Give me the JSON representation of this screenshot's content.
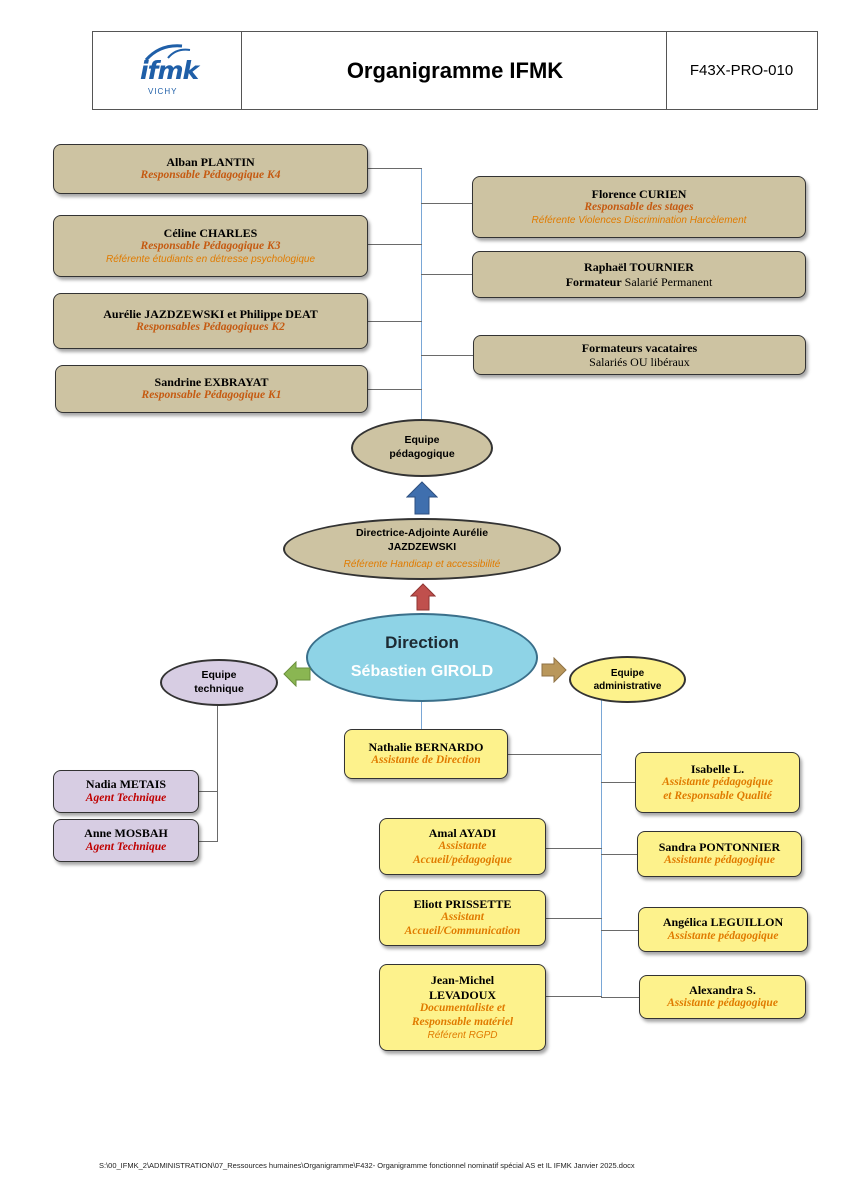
{
  "header": {
    "logo_text": "ifmk",
    "logo_sub": "VICHY",
    "title": "Organigramme IFMK",
    "code": "F43X-PRO-010"
  },
  "left_boxes": [
    {
      "name": "Alban PLANTIN",
      "role": "Responsable Pédagogique K4",
      "extra": ""
    },
    {
      "name": "Céline CHARLES",
      "role": "Responsable Pédagogique K3",
      "extra": "Référente étudiants en détresse psychologique"
    },
    {
      "name": "Aurélie JAZDZEWSKI et Philippe DEAT",
      "role": "Responsables Pédagogiques K2",
      "extra": ""
    },
    {
      "name": "Sandrine EXBRAYAT",
      "role": "Responsable Pédagogique K1",
      "extra": ""
    }
  ],
  "right_boxes": [
    {
      "name": "Florence CURIEN",
      "role": "Responsable des stages",
      "extra": "Référente Violences Discrimination Harcèlement"
    },
    {
      "name": "Raphaël TOURNIER",
      "role_bold": "Formateur",
      "role_rest": "Salarié Permanent"
    },
    {
      "name": "Formateurs vacataires",
      "sub": "Salariés OU libéraux"
    }
  ],
  "equipe_pedagogique": {
    "line1": "Equipe",
    "line2": "pédagogique"
  },
  "directrice": {
    "line1": "Directrice-Adjointe Aurélie",
    "line2": "JAZDZEWSKI",
    "sub": "Référente Handicap et accessibilité"
  },
  "direction": {
    "title": "Direction",
    "name": "Sébastien GIROLD"
  },
  "equipe_technique": {
    "line1": "Equipe",
    "line2": "technique"
  },
  "equipe_administrative": {
    "line1": "Equipe",
    "line2": "administrative"
  },
  "technique_staff": [
    {
      "name": "Nadia METAIS",
      "role": "Agent Technique"
    },
    {
      "name": "Anne MOSBAH",
      "role": "Agent Technique"
    }
  ],
  "admin_left": [
    {
      "name": "Nathalie BERNARDO",
      "role": "Assistante de Direction"
    },
    {
      "name": "Amal AYADI",
      "role1": "Assistante",
      "role2": "Accueil/pédagogique"
    },
    {
      "name": "Eliott PRISSETTE",
      "role1": "Assistant",
      "role2": "Accueil/Communication"
    },
    {
      "name1": "Jean-Michel",
      "name2": "LEVADOUX",
      "role1": "Documentaliste et",
      "role2": "Responsable matériel",
      "extra": "Référent RGPD"
    }
  ],
  "admin_right": [
    {
      "name": "Isabelle L.",
      "role1": "Assistante pédagogique",
      "role2": "et Responsable Qualité"
    },
    {
      "name": "Sandra PONTONNIER",
      "role1": "Assistante pédagogique"
    },
    {
      "name": "Angélica LEGUILLON",
      "role1": "Assistante pédagogique"
    },
    {
      "name": "Alexandra S.",
      "role1": "Assistante pédagogique"
    }
  ],
  "colors": {
    "tan": "#cdc3a2",
    "yellow": "#fdf28c",
    "lavender": "#d7cde3",
    "direction": "#8ed3e6",
    "arrow_blue": "#3f6fae",
    "arrow_red": "#c0504d",
    "arrow_green": "#8ab652",
    "arrow_gold": "#b9975b"
  },
  "footer": "S:\\00_IFMK_2\\ADMINISTRATION\\07_Ressources humaines\\Organigramme\\F432- Organigramme fonctionnel nominatif spécial AS et IL IFMK Janvier 2025.docx"
}
